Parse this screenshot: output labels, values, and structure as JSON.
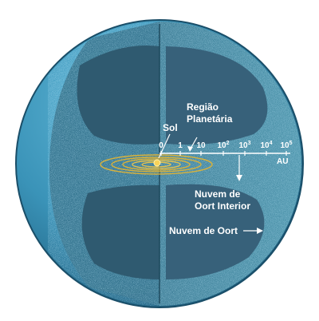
{
  "labels": {
    "sun": "Sol",
    "planetary_region_line1": "Região",
    "planetary_region_line2": "Planetária",
    "inner_oort_line1": "Nuvem de",
    "inner_oort_line2": "Oort Interior",
    "oort_cloud": "Nuvem de Oort",
    "axis_unit": "AU"
  },
  "scale": {
    "ticks": [
      {
        "base": "0",
        "exp": ""
      },
      {
        "base": "1",
        "exp": ""
      },
      {
        "base": "10",
        "exp": ""
      },
      {
        "base": "10",
        "exp": "2"
      },
      {
        "base": "10",
        "exp": "3"
      },
      {
        "base": "10",
        "exp": "4"
      },
      {
        "base": "10",
        "exp": "5"
      }
    ]
  },
  "colors": {
    "outer_shell": "#3a93b8",
    "cut_face": "#4b90a8",
    "cloud_speckle": "#4fb4dc",
    "hollow": "#385f72",
    "sun": "#f2c84a",
    "orbits": "#d9b23a",
    "text": "#ffffff"
  }
}
